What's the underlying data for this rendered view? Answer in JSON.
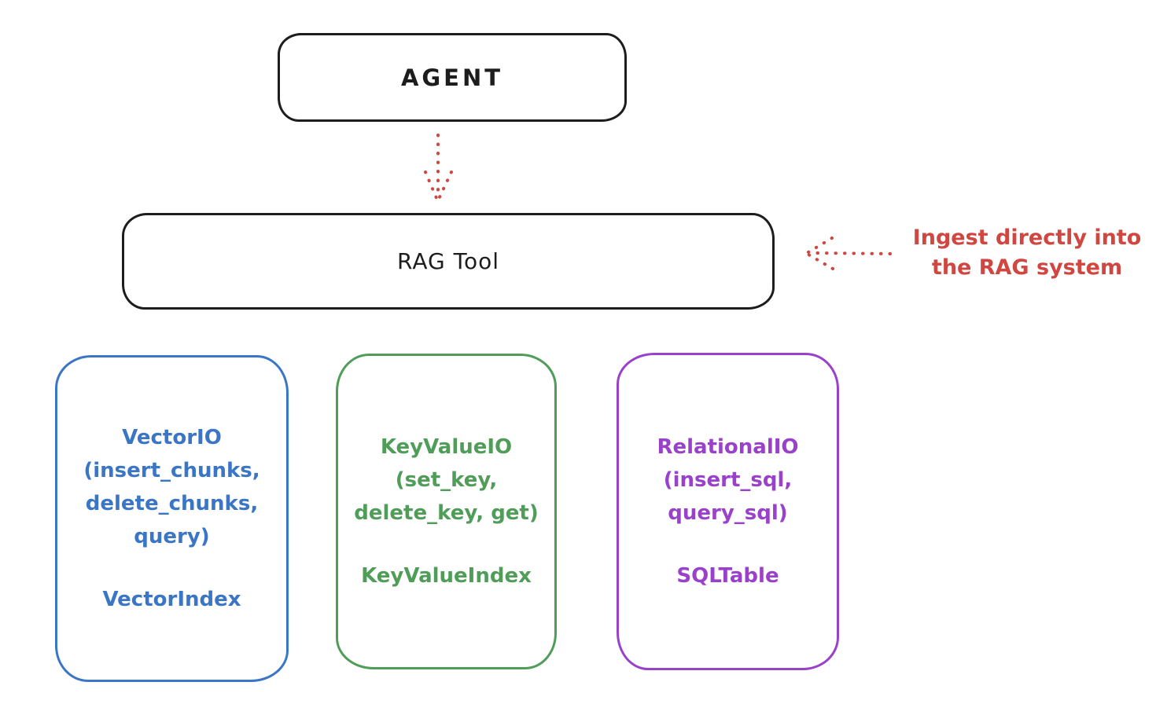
{
  "diagram": {
    "agent_box": {
      "label": "AGENT"
    },
    "rag_tool_box": {
      "label": "RAG Tool"
    },
    "annotation": {
      "text": "Ingest directly into\nthe RAG system"
    },
    "storage_boxes": [
      {
        "id": "vector-io",
        "color": "#3a76c5",
        "methods": "VectorIO\n(insert_chunks,\ndelete_chunks,\nquery)",
        "index_label": "VectorIndex"
      },
      {
        "id": "key-value-io",
        "color": "#4f9d58",
        "methods": "KeyValueIO\n(set_key,\ndelete_key, get)",
        "index_label": "KeyValueIndex"
      },
      {
        "id": "relational-io",
        "color": "#9a41cb",
        "methods": "RelationalIO\n(insert_sql,\nquery_sql)",
        "index_label": "SQLTable"
      }
    ],
    "colors": {
      "ink": "#1d1d1d",
      "red": "#cf4740",
      "blue": "#3a76c5",
      "green": "#4f9d58",
      "purple": "#9a41cb"
    }
  }
}
